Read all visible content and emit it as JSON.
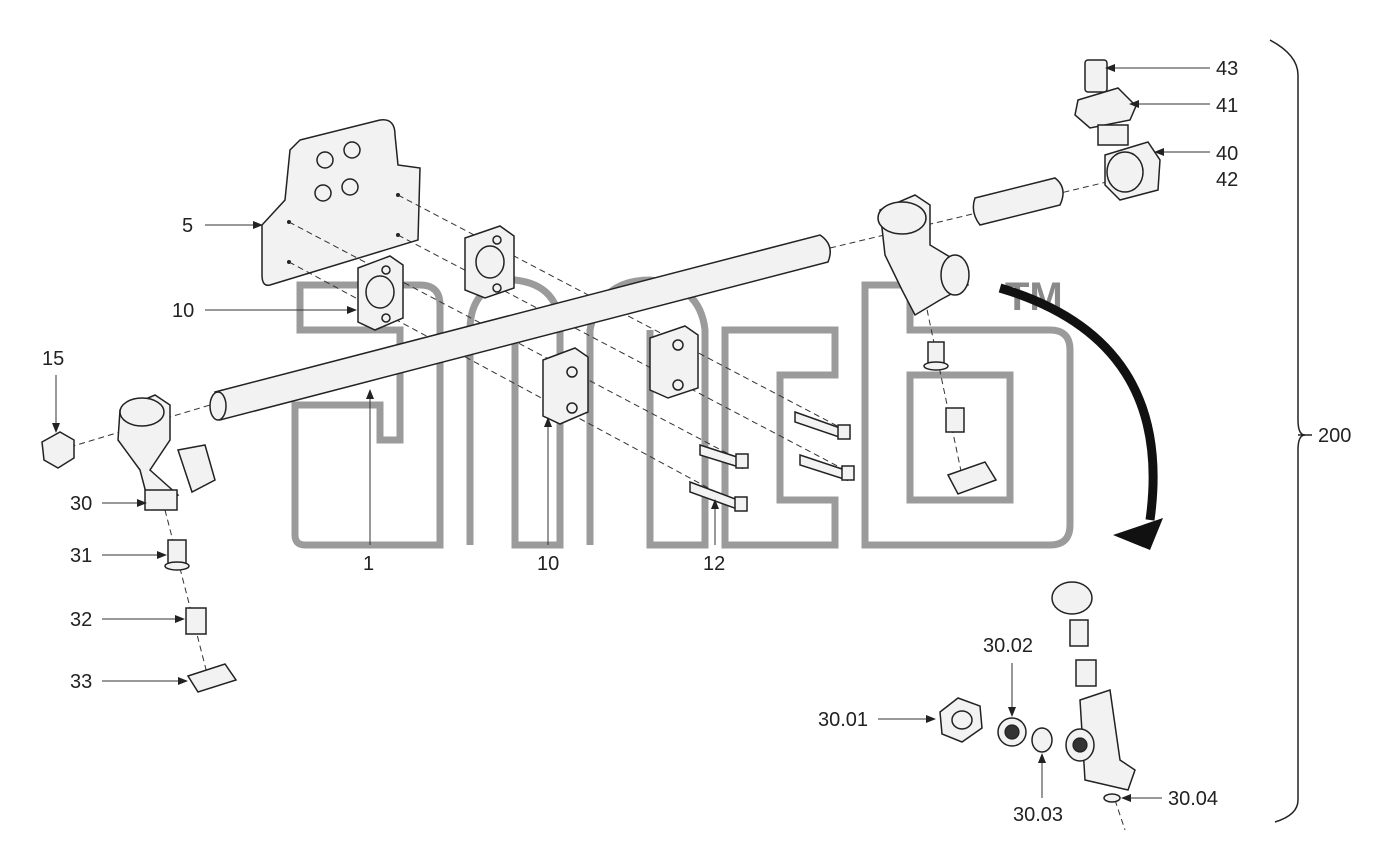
{
  "diagram": {
    "watermark": "TM",
    "labels": {
      "p43": "43",
      "p41": "41",
      "p40": "40",
      "p42": "42",
      "p5": "5",
      "p10_top": "10",
      "p15": "15",
      "p30": "30",
      "p31": "31",
      "p32": "32",
      "p33": "33",
      "p1": "1",
      "p10_bottom": "10",
      "p12": "12",
      "p200": "200",
      "p30_01": "30.01",
      "p30_02": "30.02",
      "p30_03": "30.03",
      "p30_04": "30.04"
    }
  }
}
